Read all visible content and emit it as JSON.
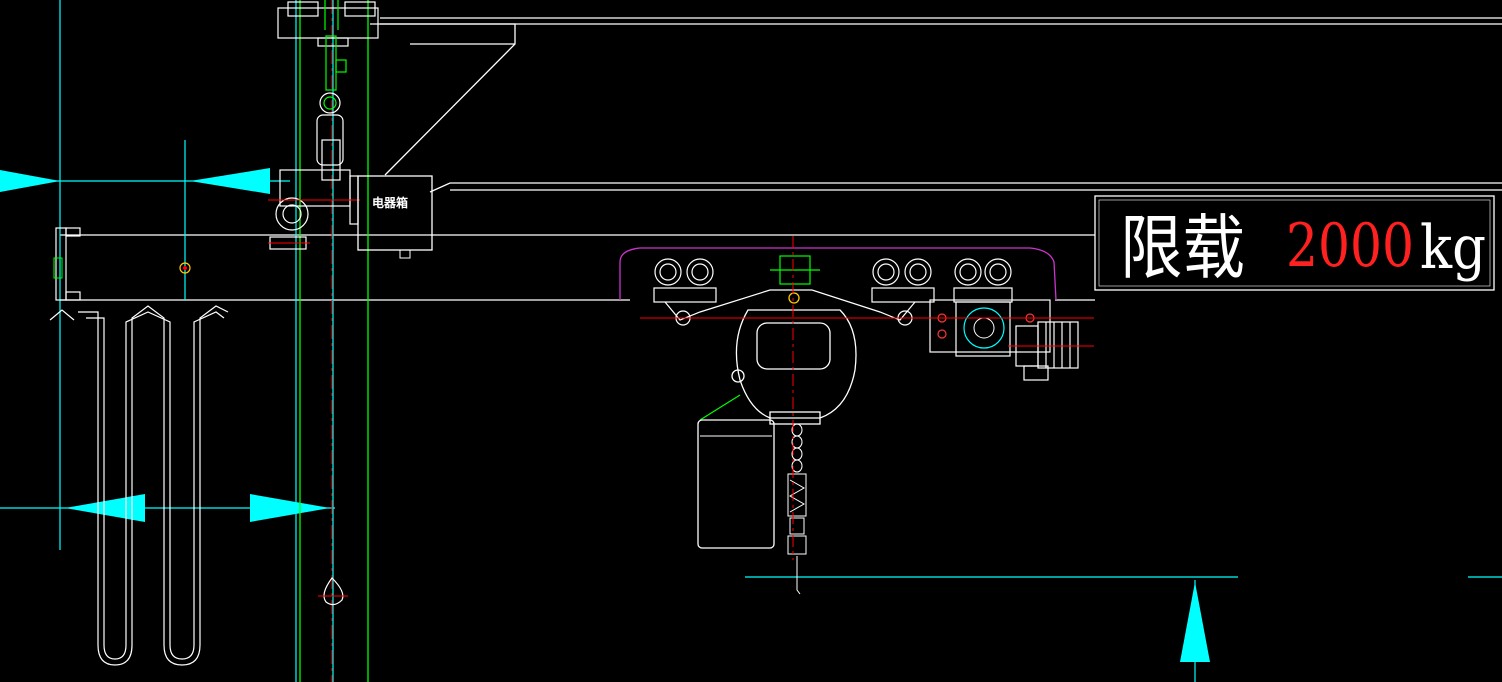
{
  "drawing": {
    "background": "#000000",
    "colors": {
      "structure": "#ffffff",
      "dimension": "#00ffff",
      "centerline": "#ff0000",
      "component": "#00ff00",
      "trolley_outline": "#cc33cc",
      "fastener": "#ffff00"
    },
    "labels": {
      "electrical_box": "电器箱",
      "load_limit_text": "限载",
      "load_limit_value": "2000",
      "load_limit_unit": "kg"
    }
  }
}
